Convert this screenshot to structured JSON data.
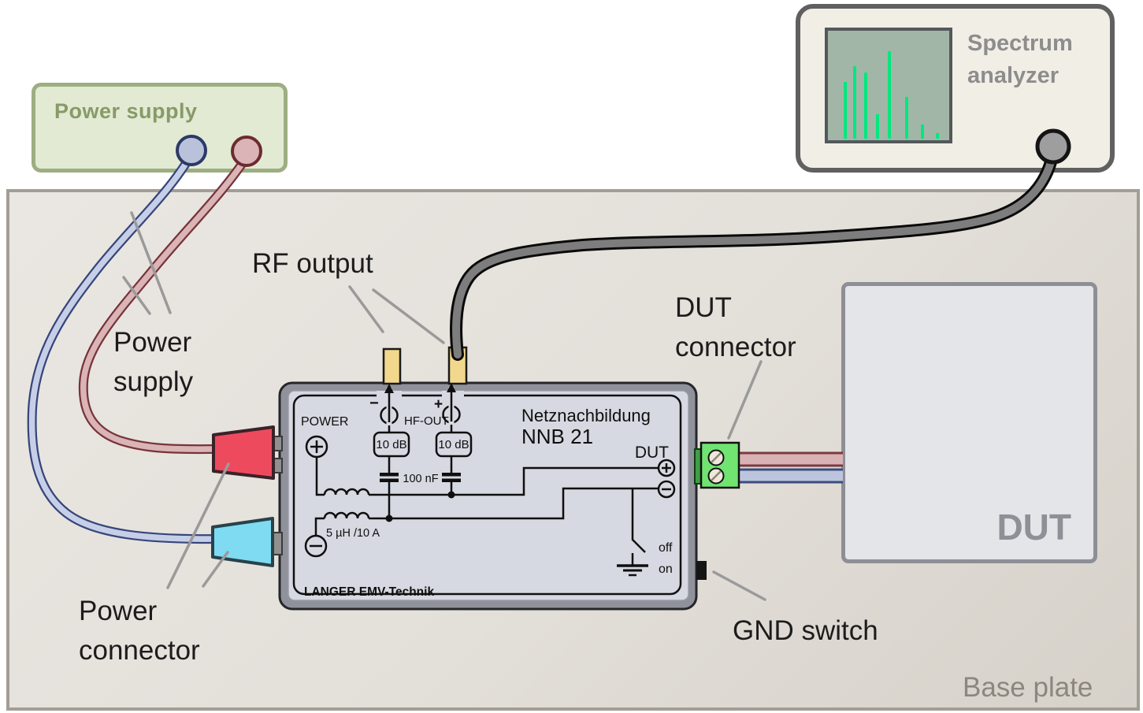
{
  "labels": {
    "power_supply_box": "Power supply",
    "spectrum_analyzer": "Spectrum analyzer",
    "rf_output": "RF output",
    "power_supply_wires": "Power supply",
    "dut_connector": "DUT connector",
    "power_connector": "Power connector",
    "gnd_switch": "GND switch",
    "base_plate": "Base plate",
    "dut_box": "DUT"
  },
  "device_panel": {
    "power": "POWER",
    "minus": "−",
    "plus": "+",
    "hf_out": "HF-OUT",
    "attenuator_left": "10 dB",
    "attenuator_right": "10 dB",
    "capacitance": "100 nF",
    "inductance": "5 µH /10 A",
    "product_line1": "Netznachbildung",
    "product_line2": "NNB 21",
    "dut": "DUT",
    "switch_off": "off",
    "switch_on": "on",
    "brand": "LANGER EMV-Technik"
  },
  "spectrum": {
    "bar_color": "#00e87e",
    "bars": [
      {
        "x": 12,
        "h": 53
      },
      {
        "x": 20,
        "h": 68
      },
      {
        "x": 29,
        "h": 62
      },
      {
        "x": 39,
        "h": 23
      },
      {
        "x": 49,
        "h": 82
      },
      {
        "x": 64,
        "h": 39
      },
      {
        "x": 77,
        "h": 13
      },
      {
        "x": 90,
        "h": 5
      }
    ]
  },
  "colors": {
    "base_plate": "#ddd8d0",
    "power_supply_box": "#e2ead4",
    "power_supply_border": "#9dae81",
    "analyzer_body": "#f1eee6",
    "screen": "#a2b6a8",
    "device_panel": "#d6d9e1",
    "device_body": "#8f929a",
    "red_connector": "#ee4a5e",
    "blue_connector": "#7edbf2",
    "rf_connector": "#f2d88c",
    "dut_terminal_block": "#71e371",
    "red_wire": "#dab4b6",
    "blue_wire": "#c7cfe8",
    "coax_cable": "#7d7d7d"
  }
}
